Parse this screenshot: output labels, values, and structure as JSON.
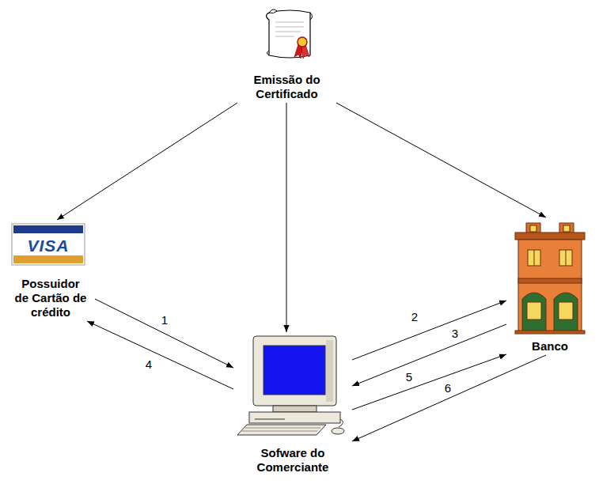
{
  "diagram": {
    "nodes": [
      {
        "text": [
          "Emissão do Certificado"
        ]
      },
      {
        "text": [
          "Possuidor de Cartão de crédito"
        ]
      },
      {
        "text": [
          "Sofware do Comerciante"
        ]
      },
      {
        "text": [
          "Banco"
        ]
      }
    ],
    "edges": [
      {
        "from": 0,
        "to": 1,
        "arrow": "to"
      },
      {
        "from": 0,
        "to": 2,
        "arrow": "to"
      },
      {
        "from": 0,
        "to": 3,
        "arrow": "to"
      },
      {
        "from": 1,
        "to": 2,
        "label": "1",
        "arrow": "to"
      },
      {
        "from": 2,
        "to": 1,
        "label": "4",
        "arrow": "to"
      },
      {
        "from": 2,
        "to": 3,
        "label": "2",
        "arrow": "to"
      },
      {
        "from": 3,
        "to": 2,
        "label": "3",
        "arrow": "to"
      },
      {
        "from": 2,
        "to": 3,
        "label": "5",
        "arrow": "to"
      },
      {
        "from": 3,
        "to": 2,
        "label": "6",
        "arrow": "to"
      }
    ],
    "labels": [
      "VISA"
    ]
  }
}
